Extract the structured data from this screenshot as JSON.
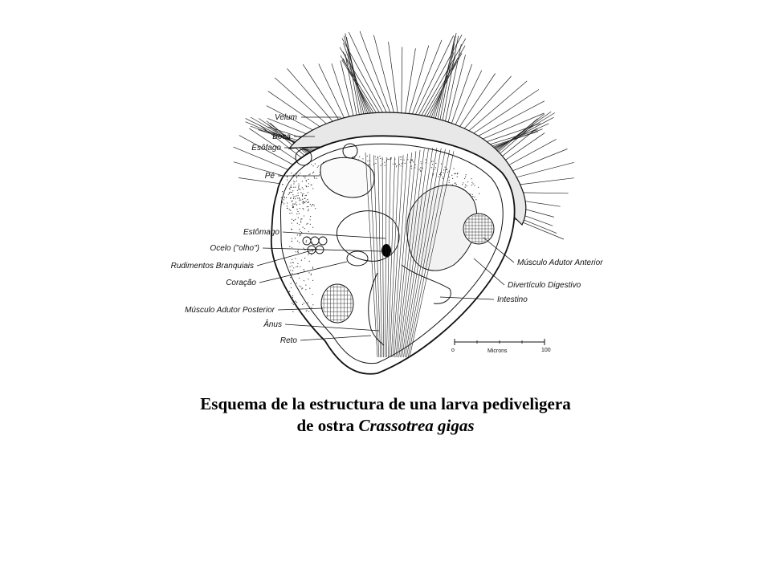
{
  "labels": {
    "velum": "Velum",
    "boca": "Boca",
    "esofago": "Esôfago",
    "pe": "Pé",
    "estomago": "Estômago",
    "ocelo": "Ocelo (\"olho\")",
    "rudimentos": "Rudimentos Branquiais",
    "coracao": "Coração",
    "musculo_posterior": "Músculo Adutor Posterior",
    "anus": "Ânus",
    "reto": "Reto",
    "musculo_anterior": "Músculo Adutor Anterior",
    "diverticulo": "Divertículo Digestivo",
    "intestino": "Intestino"
  },
  "scale": {
    "start": "o",
    "unit": "Microns",
    "end": "100"
  },
  "caption": {
    "line1": "Esquema de la estructura de una larva pedivelìgera",
    "line2_prefix": "de ostra ",
    "line2_species": "Crassotrea gigas"
  }
}
